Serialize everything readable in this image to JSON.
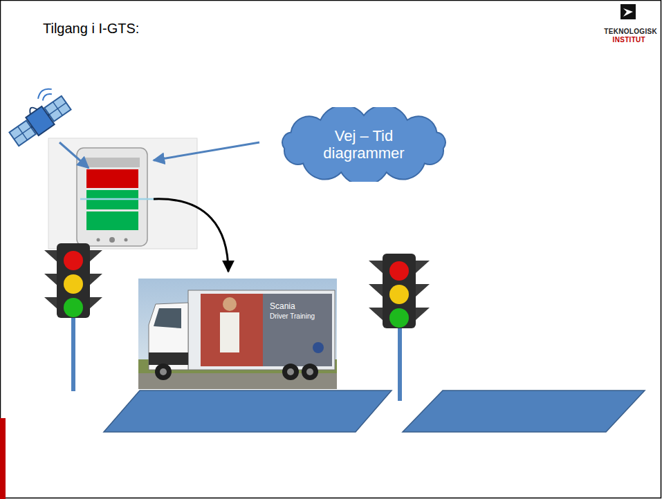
{
  "diagram": {
    "title": "Tilgang i I-GTS:",
    "nodes": [
      {
        "text": [
          "Vej – Tid diagrammer"
        ]
      }
    ],
    "labels": [
      "TEKNOLOGISK",
      "INSTITUT",
      "Scania",
      "Driver Training"
    ]
  }
}
